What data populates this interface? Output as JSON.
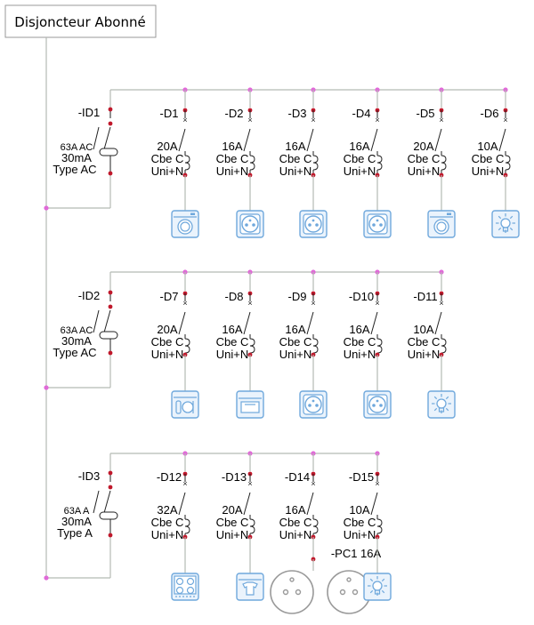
{
  "title": "Disjoncteur Abonné",
  "colors": {
    "wire": "#b5bab3",
    "terminal": "#c0182b",
    "junction": "#e06ad8",
    "icon": "#6fa8dc"
  },
  "rows": [
    {
      "id": "-ID1",
      "rating": "63A AC",
      "sens": "30mA",
      "type": "Type AC",
      "breakers": [
        {
          "id": "-D1",
          "amps": "20A",
          "curve": "Cbe C",
          "poles": "Uni+N",
          "load": "washing-machine"
        },
        {
          "id": "-D2",
          "amps": "16A",
          "curve": "Cbe C",
          "poles": "Uni+N",
          "load": "socket"
        },
        {
          "id": "-D3",
          "amps": "16A",
          "curve": "Cbe C",
          "poles": "Uni+N",
          "load": "socket"
        },
        {
          "id": "-D4",
          "amps": "16A",
          "curve": "Cbe C",
          "poles": "Uni+N",
          "load": "socket"
        },
        {
          "id": "-D5",
          "amps": "20A",
          "curve": "Cbe C",
          "poles": "Uni+N",
          "load": "washing-machine"
        },
        {
          "id": "-D6",
          "amps": "10A",
          "curve": "Cbe C",
          "poles": "Uni+N",
          "load": "light"
        }
      ]
    },
    {
      "id": "-ID2",
      "rating": "63A AC",
      "sens": "30mA",
      "type": "Type AC",
      "breakers": [
        {
          "id": "-D7",
          "amps": "20A",
          "curve": "Cbe C",
          "poles": "Uni+N",
          "load": "dishwasher"
        },
        {
          "id": "-D8",
          "amps": "16A",
          "curve": "Cbe C",
          "poles": "Uni+N",
          "load": "oven"
        },
        {
          "id": "-D9",
          "amps": "16A",
          "curve": "Cbe C",
          "poles": "Uni+N",
          "load": "socket"
        },
        {
          "id": "-D10",
          "amps": "16A",
          "curve": "Cbe C",
          "poles": "Uni+N",
          "load": "socket"
        },
        {
          "id": "-D11",
          "amps": "10A",
          "curve": "Cbe C",
          "poles": "Uni+N",
          "load": "light"
        }
      ]
    },
    {
      "id": "-ID3",
      "rating": "63A A",
      "sens": "30mA",
      "type": "Type A",
      "breakers": [
        {
          "id": "-D12",
          "amps": "32A",
          "curve": "Cbe C",
          "poles": "Uni+N",
          "load": "cooktop"
        },
        {
          "id": "-D13",
          "amps": "20A",
          "curve": "Cbe C",
          "poles": "Uni+N",
          "load": "dryer"
        },
        {
          "id": "-D14",
          "amps": "16A",
          "curve": "Cbe C",
          "poles": "Uni+N",
          "load": "socket-group"
        },
        {
          "id": "-D15",
          "amps": "10A",
          "curve": "Cbe C",
          "poles": "Uni+N",
          "load": "light"
        }
      ]
    }
  ],
  "socket_group_label": "-PC1 16A"
}
